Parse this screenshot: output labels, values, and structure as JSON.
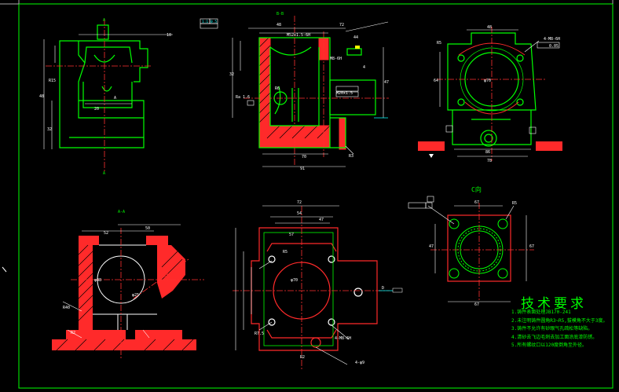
{
  "drawing": {
    "title_block": {
      "ratio_a": "1:1",
      "ratio_b": "0.5"
    },
    "views": {
      "section_bb": {
        "title": "B-B"
      },
      "section_aa": {
        "title": "A-A"
      },
      "view_c": {
        "title": "C向"
      },
      "top_right": {
        "title": ""
      }
    },
    "dimensions": {
      "tl_48": "48",
      "tl_10": "10",
      "tl_32": "32",
      "tl_r15": "R15",
      "tl_20": "20",
      "tl_ra": "A",
      "bb_72": "72",
      "bb_48": "48",
      "bb_44": "44",
      "bb_m52": "M52x1.5-6H",
      "bb_32": "32",
      "bb_m8": "M8-6H",
      "bb_4": "4",
      "bb_r6": "R6",
      "bb_70": "70",
      "bb_91": "91",
      "bb_r3": "R3",
      "bb_47": "47",
      "bb_m20": "M20x1.5",
      "bb_ra": "Ra 1.6",
      "tr_48": "48",
      "tr_r5": "R5",
      "tr_4m8": "4-M8-6H",
      "tr_phi70": "φ70",
      "tr_64": "64",
      "tr_86": "86",
      "tr_78": "78",
      "tr_tol": "0.05",
      "aa_52": "52",
      "aa_50": "50",
      "aa_phi48": "φ48",
      "aa_r40": "R40",
      "aa_r2": "R2",
      "aa_phi25": "φ25",
      "bc_72": "72",
      "bc_54": "54",
      "bc_57": "57",
      "bc_47": "47",
      "bc_r5": "R5",
      "bc_phi70": "φ70",
      "bc_r75": "R7.5",
      "bc_4m8": "4-M8-6H",
      "bc_4phi": "4-φ9",
      "bc_r2": "R2",
      "bc_d": "D",
      "c_67": "67",
      "c_47": "47",
      "c_r5": "R5"
    }
  },
  "tech_requirements": {
    "title": "技术要求",
    "items": [
      "1.铸件表面处理JB170-241",
      "2.未注明铸件圆角R3~R5,拔模角不大于3度。",
      "3.铸件不允许有砂眼气孔疏松等缺陷。",
      "4.清砂去飞边毛刺去加工面涂底漆防锈。",
      "5.所有螺纹口以120度倒角至外径。"
    ]
  },
  "colors": {
    "background": "#000000",
    "frame": "#00ff00",
    "part": "#00ff00",
    "section": "#ff2a2a",
    "centerline": "#ff2a2a",
    "dimension": "#ffffff",
    "accent_cyan": "#00ffff",
    "accent_yellow": "#ffff00"
  }
}
